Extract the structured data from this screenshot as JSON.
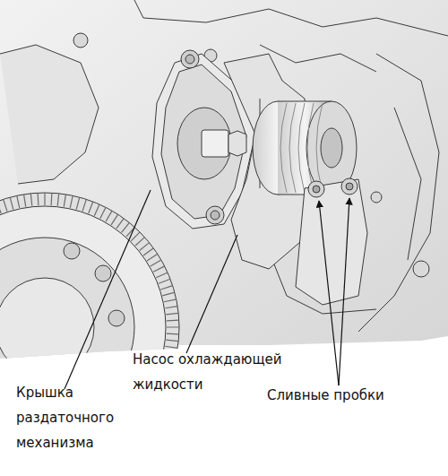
{
  "diagram": {
    "labels": [
      "Крышка раздаточного механизма",
      "Насос охлаждающей жидкости",
      "Сливные пробки"
    ]
  }
}
